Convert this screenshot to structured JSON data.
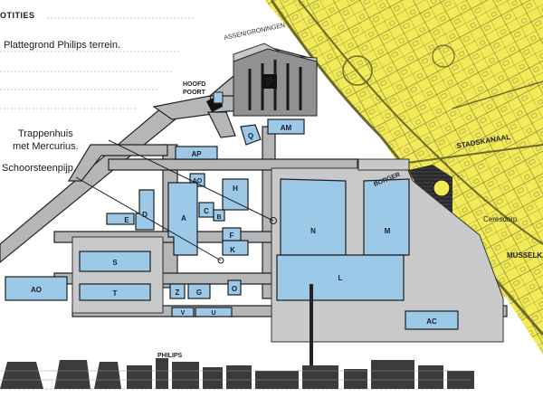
{
  "notes": {
    "title": "OTITIES",
    "plattegrond": "Plattegrond Philips terrein.",
    "trappenhuis_line1": "Trappenhuis",
    "trappenhuis_line2": "met Mercurius.",
    "schoorsteenpijp": "Schoorsteenpijp."
  },
  "map": {
    "gate_line1": "HOOFD",
    "gate_line2": "POORT",
    "parking_symbol": "P",
    "roads": {
      "assen_groningen": "ASSEN/GRONINGEN",
      "stadskanaal": "STADSKANAAL",
      "borger": "BORGER"
    },
    "places": {
      "ceresdorp": "Ceresdorp",
      "musselkanaal": "MUSSELKAN"
    },
    "skyline_brand": "PHILIPS",
    "buildings": {
      "AM": "AM",
      "Q": "Q",
      "AP": "AP",
      "AO_small": "AO",
      "H": "H",
      "D": "D",
      "E": "E",
      "A": "A",
      "C": "C",
      "B": "B",
      "F": "F",
      "K": "K",
      "N": "N",
      "M": "M",
      "S": "S",
      "AO": "AO",
      "T": "T",
      "Z": "Z",
      "G": "G",
      "O": "O",
      "L": "L",
      "V": "V",
      "U": "U",
      "AC": "AC"
    }
  },
  "colors": {
    "building_blue": "#9cc9e8",
    "road_grey": "#b4b6b8",
    "overlay_yellow": "#f2eb57",
    "line_dark": "#1e1e1e"
  }
}
